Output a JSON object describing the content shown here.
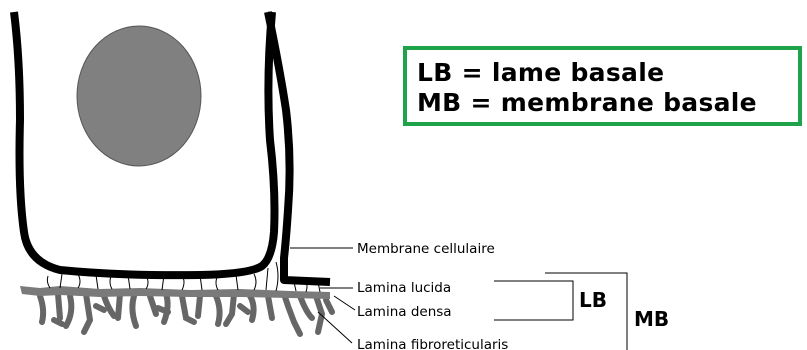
{
  "legend": {
    "line1": "LB = lame basale",
    "line2": "MB = membrane basale"
  },
  "labels": {
    "membrane_cellulaire": "Membrane cellulaire",
    "lamina_lucida": "Lamina lucida",
    "lamina_densa": "Lamina densa",
    "lamina_fibroreticularis": "Lamina fibroreticularis"
  },
  "brackets": {
    "lb": "LB",
    "mb": "MB"
  },
  "colors": {
    "cell_outline": "#000000",
    "nucleus": "#808080",
    "lamina_densa": "#7a7a7a",
    "fibroreticularis": "#666666",
    "legend_border": "#1fa34a"
  }
}
